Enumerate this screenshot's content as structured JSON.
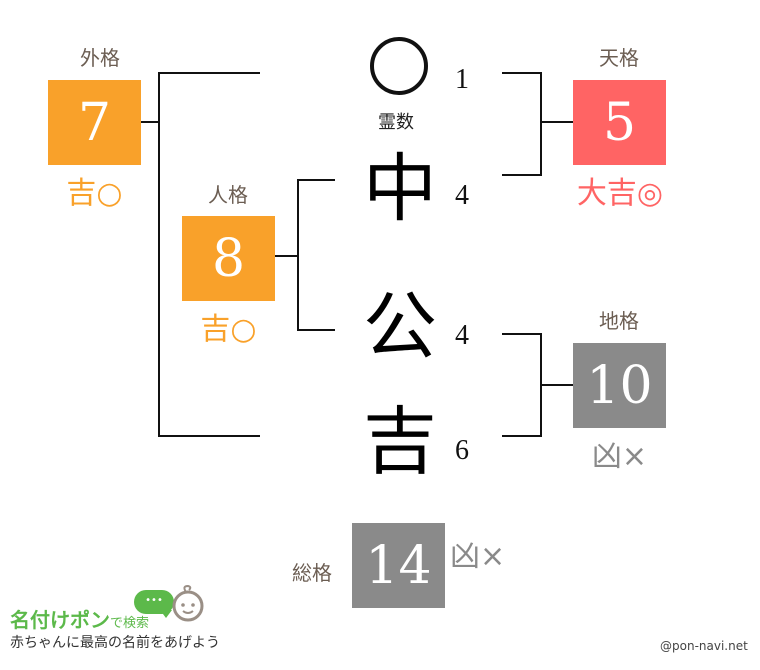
{
  "colors": {
    "kichi": "#f9a12a",
    "daikichi": "#ff6464",
    "kyo": "#8a8a8a",
    "label": "#6b5d52",
    "logo_green": "#5cb94a"
  },
  "name": {
    "reisu": {
      "glyph": "○",
      "label": "霊数",
      "strokes": "1"
    },
    "characters": [
      {
        "char": "中",
        "strokes": "4"
      },
      {
        "char": "公",
        "strokes": "4"
      },
      {
        "char": "吉",
        "strokes": "6"
      }
    ]
  },
  "kakusu": {
    "gaikaku": {
      "label": "外格",
      "value": "7",
      "verdict": "吉○"
    },
    "jinkaku": {
      "label": "人格",
      "value": "8",
      "verdict": "吉○"
    },
    "tenkaku": {
      "label": "天格",
      "value": "5",
      "verdict": "大吉◎"
    },
    "chikaku": {
      "label": "地格",
      "value": "10",
      "verdict": "凶×"
    },
    "soukaku": {
      "label": "総格",
      "value": "14",
      "verdict": "凶×"
    }
  },
  "footer": {
    "logo_title": "名付けポン",
    "logo_suffix": "で検索",
    "bubble": "•••",
    "tagline": "赤ちゃんに最高の名前をあげよう",
    "credit": "@pon-navi.net"
  }
}
